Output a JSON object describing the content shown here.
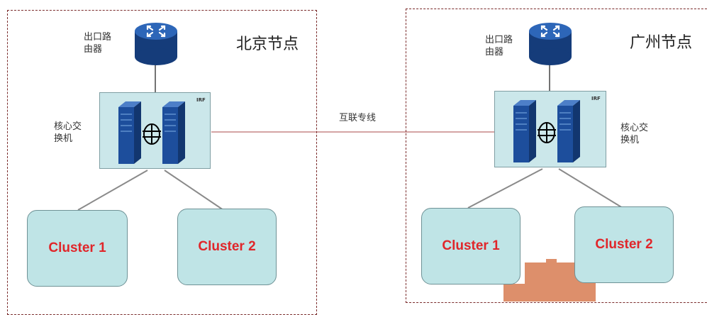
{
  "beijing": {
    "title": "北京节点",
    "router_label_line1": "出口路",
    "router_label_line2": "由器",
    "switch_label_line1": "核心交",
    "switch_label_line2": "换机",
    "irf": "IRF",
    "clusters": [
      "Cluster 1",
      "Cluster 2"
    ]
  },
  "guangzhou": {
    "title": "广州节点",
    "router_label_line1": "出口路",
    "router_label_line2": "由器",
    "switch_label_line1": "核心交",
    "switch_label_line2": "换机",
    "irf": "IRF",
    "clusters": [
      "Cluster 1",
      "Cluster 2"
    ]
  },
  "interconnect_label": "互联专线",
  "colors": {
    "zone_border": "#7a2b2b",
    "switch_box": "#cbe7ea",
    "cluster_fill": "#bfe4e6",
    "cluster_text": "#e0262a",
    "router": "#1f4f9c",
    "link": "#a84a4a"
  }
}
